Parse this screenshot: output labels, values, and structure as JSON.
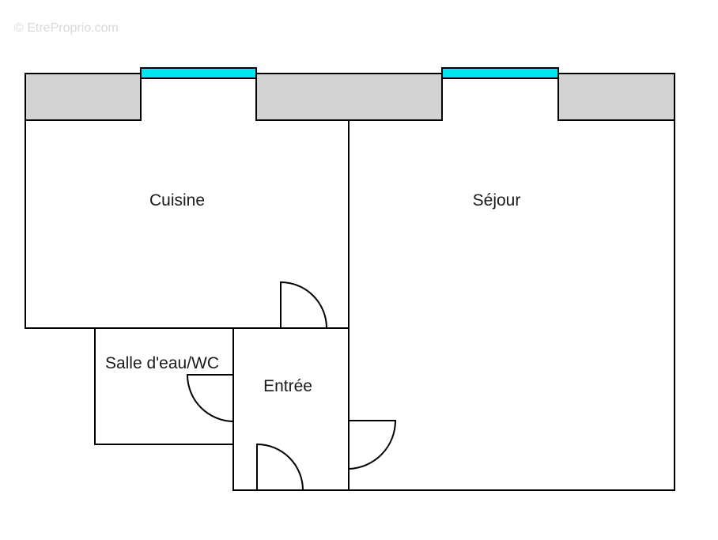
{
  "watermark": "© EtreProprio.com",
  "rooms": {
    "cuisine": "Cuisine",
    "sejour": "Séjour",
    "salle_eau": "Salle d'eau/WC",
    "entree": "Entrée"
  },
  "colors": {
    "window": "#00e5ee",
    "thick_wall": "#d3d3d3",
    "line": "#000000"
  }
}
